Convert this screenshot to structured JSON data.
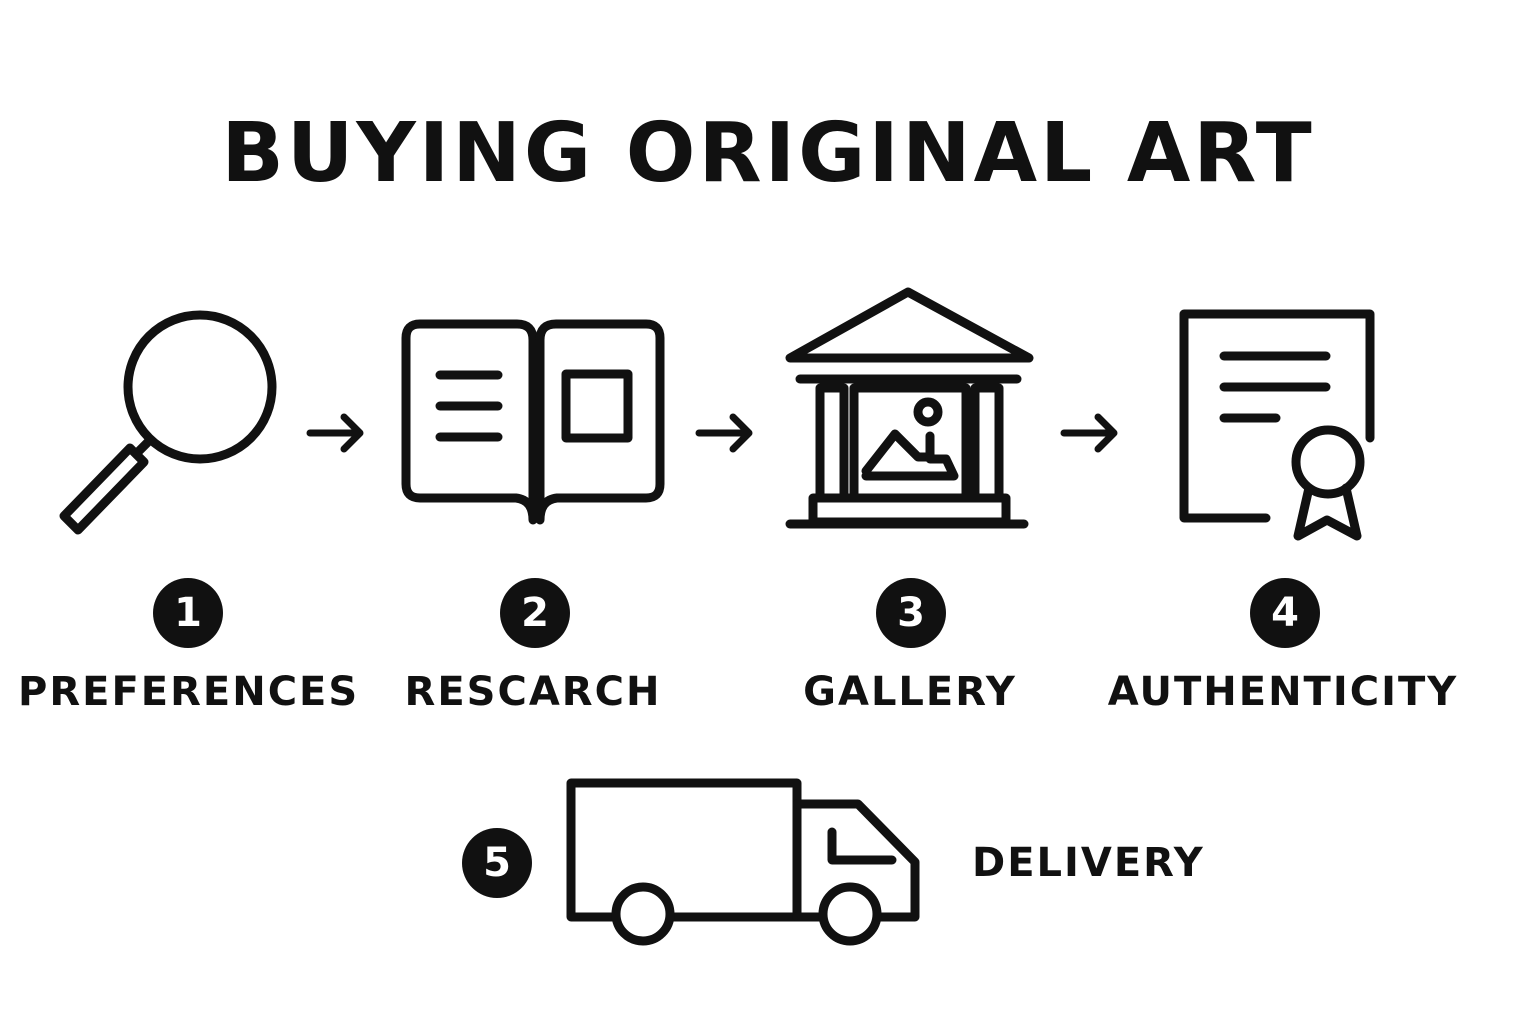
{
  "title": "BUYING ORIGINAL ART",
  "steps": [
    {
      "number": "1",
      "label": "PREFERENCES",
      "icon": "magnifying-glass-icon"
    },
    {
      "number": "2",
      "label": "RESCARCH",
      "icon": "open-book-icon"
    },
    {
      "number": "3",
      "label": "GALLERY",
      "icon": "gallery-building-icon"
    },
    {
      "number": "4",
      "label": "AUTHENTICITY",
      "icon": "certificate-icon"
    },
    {
      "number": "5",
      "label": "DELIVERY",
      "icon": "delivery-truck-icon"
    }
  ],
  "colors": {
    "ink": "#111111",
    "background": "#ffffff"
  }
}
